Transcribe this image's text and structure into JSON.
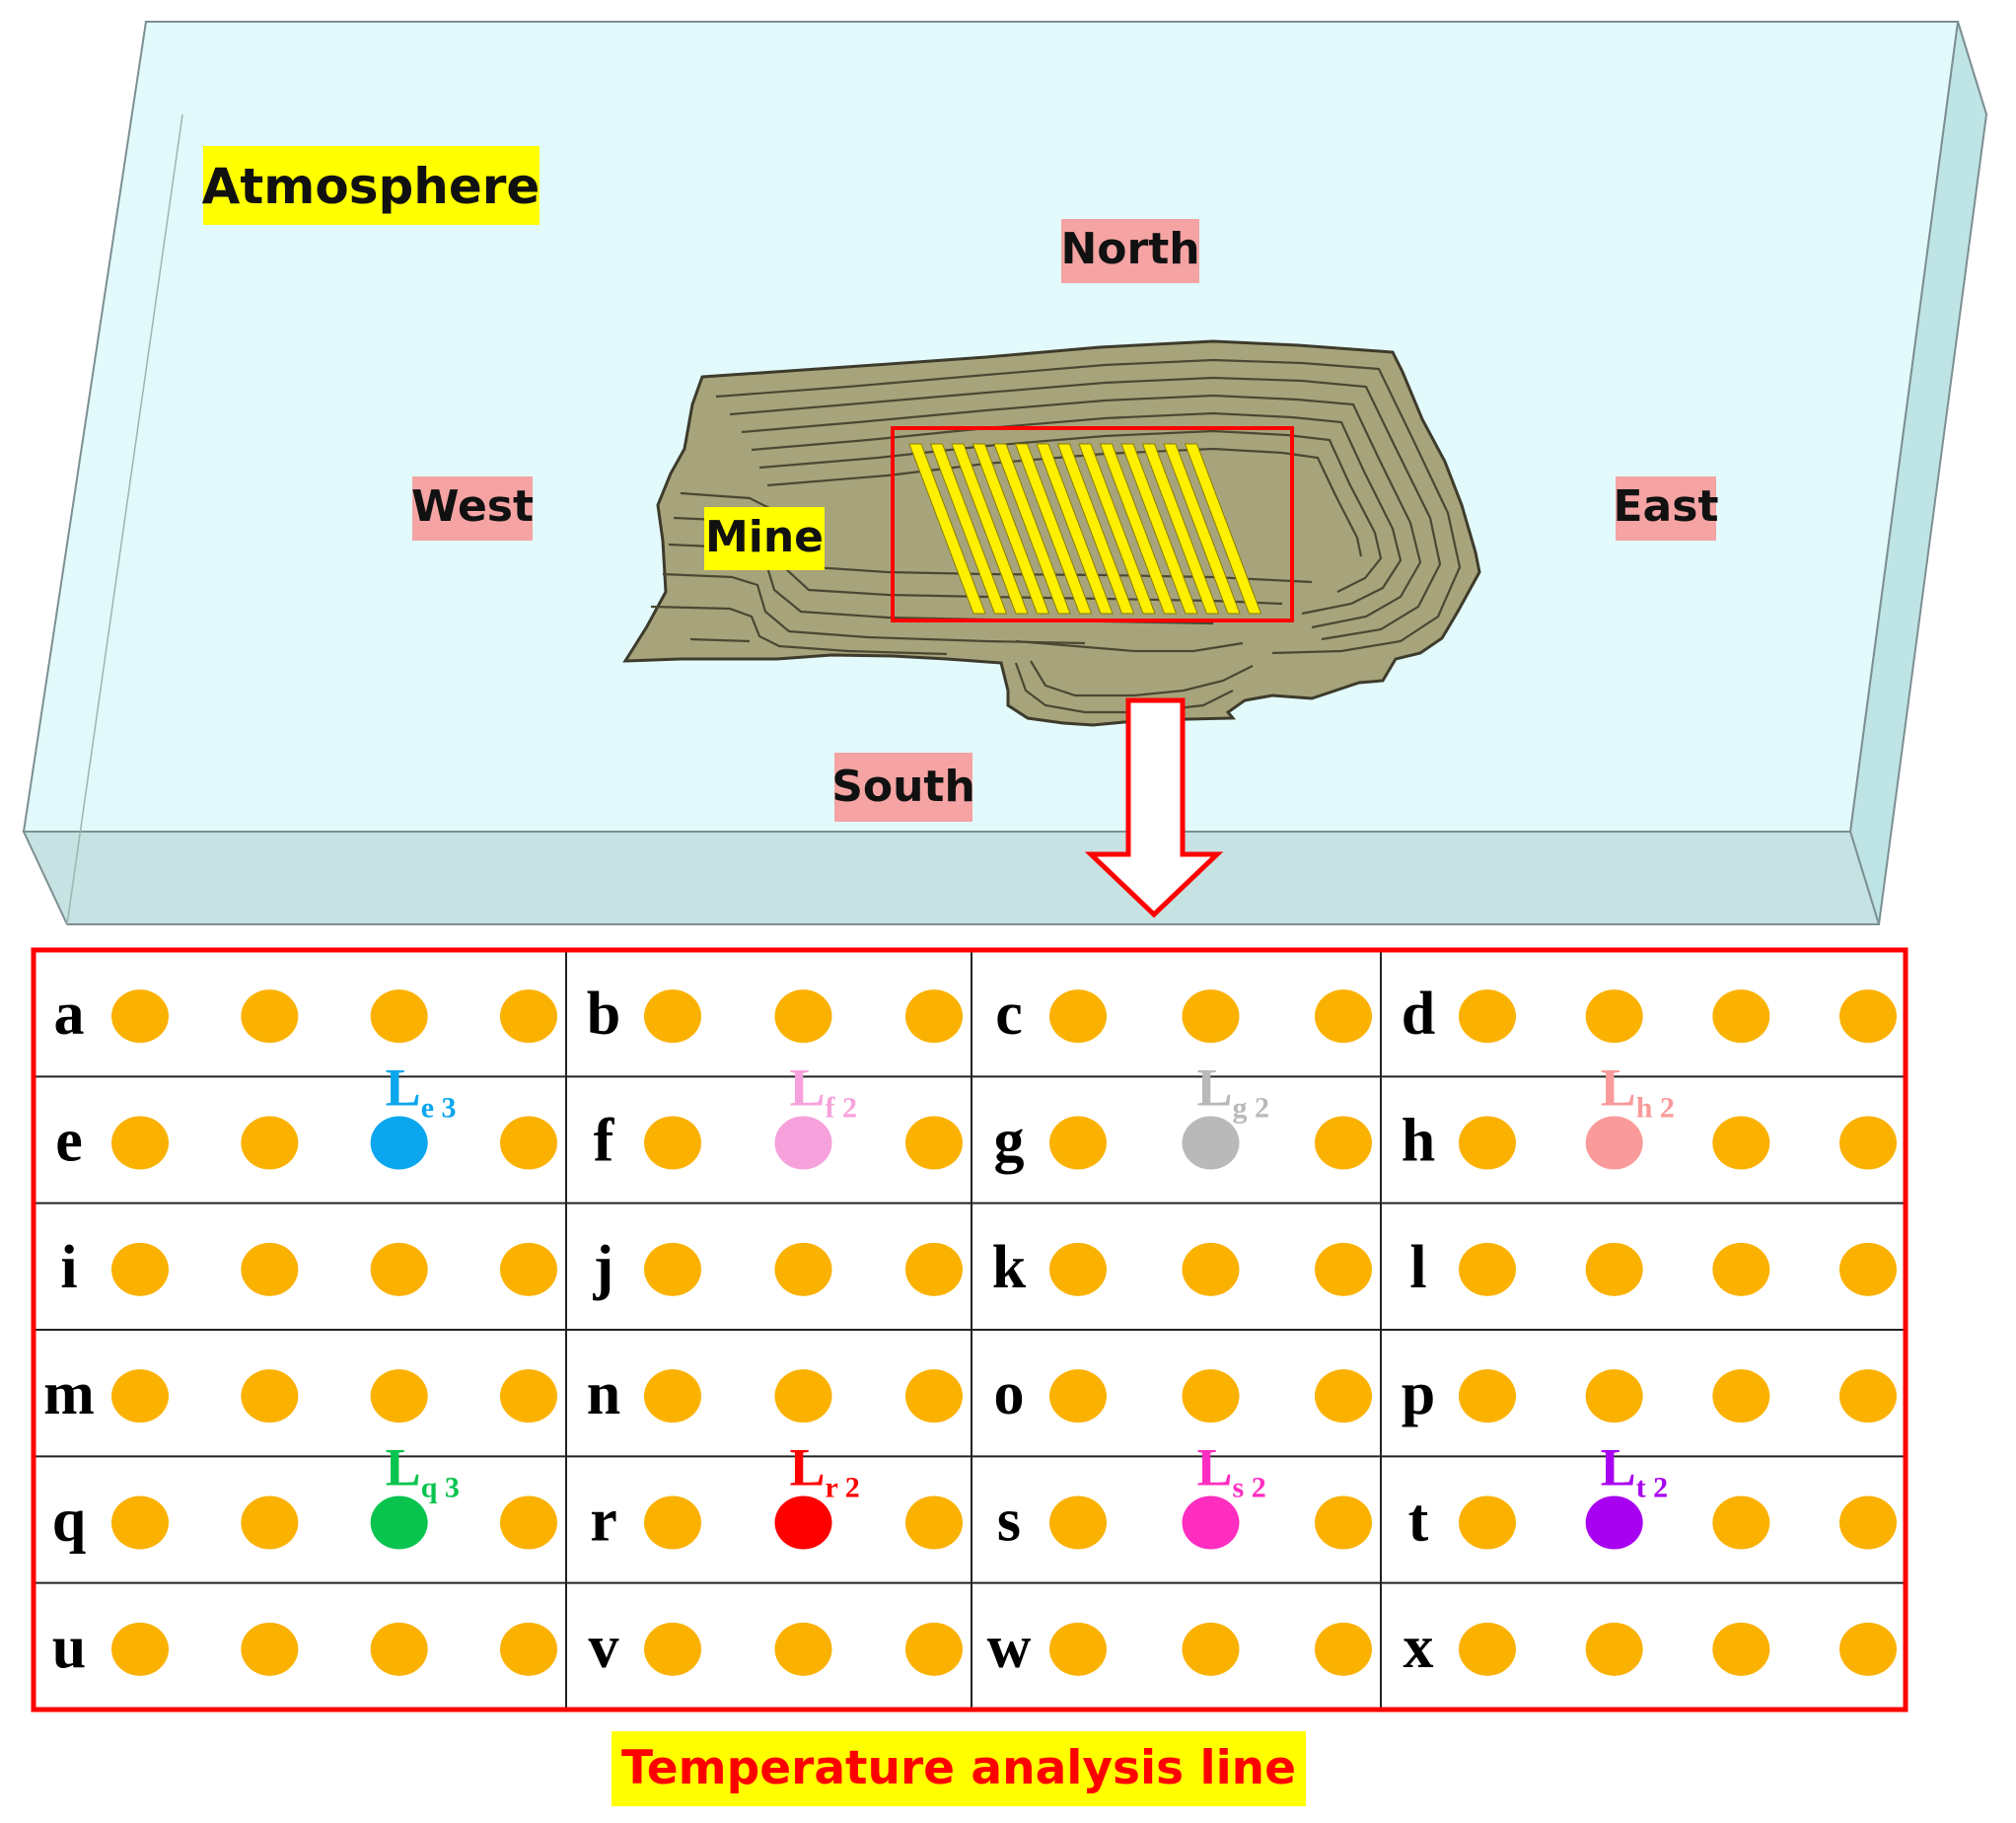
{
  "labels": {
    "atmosphere": "Atmosphere",
    "north": "North",
    "south": "South",
    "west": "West",
    "east": "East",
    "mine": "Mine",
    "caption": "Temperature analysis line"
  },
  "colors": {
    "atmosphere_fill": "#e2fafb",
    "top_face": "#d1dfdd",
    "edge_face": "#bfe4e6",
    "mine_fill": "#a7a47c",
    "label_highlight": "#ffff00",
    "direction_bg": "#f5a3a3",
    "frame_red": "#ff0000",
    "grid_line": "#222222",
    "dot_default": "#fbb100"
  },
  "grid": {
    "rows": [
      [
        {
          "letter": "a",
          "dots": 4
        },
        {
          "letter": "b",
          "dots": 3
        },
        {
          "letter": "c",
          "dots": 3
        },
        {
          "letter": "d",
          "dots": 4
        }
      ],
      [
        {
          "letter": "e",
          "dots": 4
        },
        {
          "letter": "f",
          "dots": 3
        },
        {
          "letter": "g",
          "dots": 3
        },
        {
          "letter": "h",
          "dots": 4
        }
      ],
      [
        {
          "letter": "i",
          "dots": 4
        },
        {
          "letter": "j",
          "dots": 3
        },
        {
          "letter": "k",
          "dots": 3
        },
        {
          "letter": "l",
          "dots": 4
        }
      ],
      [
        {
          "letter": "m",
          "dots": 4
        },
        {
          "letter": "n",
          "dots": 3
        },
        {
          "letter": "o",
          "dots": 3
        },
        {
          "letter": "p",
          "dots": 4
        }
      ],
      [
        {
          "letter": "q",
          "dots": 4
        },
        {
          "letter": "r",
          "dots": 3
        },
        {
          "letter": "s",
          "dots": 3
        },
        {
          "letter": "t",
          "dots": 4
        }
      ],
      [
        {
          "letter": "u",
          "dots": 4
        },
        {
          "letter": "v",
          "dots": 3
        },
        {
          "letter": "w",
          "dots": 3
        },
        {
          "letter": "x",
          "dots": 4
        }
      ]
    ],
    "analysis_lines": [
      {
        "row": 1,
        "col": 0,
        "dot": 2,
        "base": "L",
        "sub": "e 3",
        "color": "#0aa6ee"
      },
      {
        "row": 1,
        "col": 1,
        "dot": 1,
        "base": "L",
        "sub": "f 2",
        "color": "#f7a1dc"
      },
      {
        "row": 1,
        "col": 2,
        "dot": 1,
        "base": "L",
        "sub": "g 2",
        "color": "#b9b9b9"
      },
      {
        "row": 1,
        "col": 3,
        "dot": 1,
        "base": "L",
        "sub": "h 2",
        "color": "#fa9a9a"
      },
      {
        "row": 4,
        "col": 0,
        "dot": 2,
        "base": "L",
        "sub": "q 3",
        "color": "#08c44e"
      },
      {
        "row": 4,
        "col": 1,
        "dot": 1,
        "base": "L",
        "sub": "r 2",
        "color": "#ff0000"
      },
      {
        "row": 4,
        "col": 2,
        "dot": 1,
        "base": "L",
        "sub": "s 2",
        "color": "#ff2ec0"
      },
      {
        "row": 4,
        "col": 3,
        "dot": 1,
        "base": "L",
        "sub": "t 2",
        "color": "#a800f0"
      }
    ]
  }
}
